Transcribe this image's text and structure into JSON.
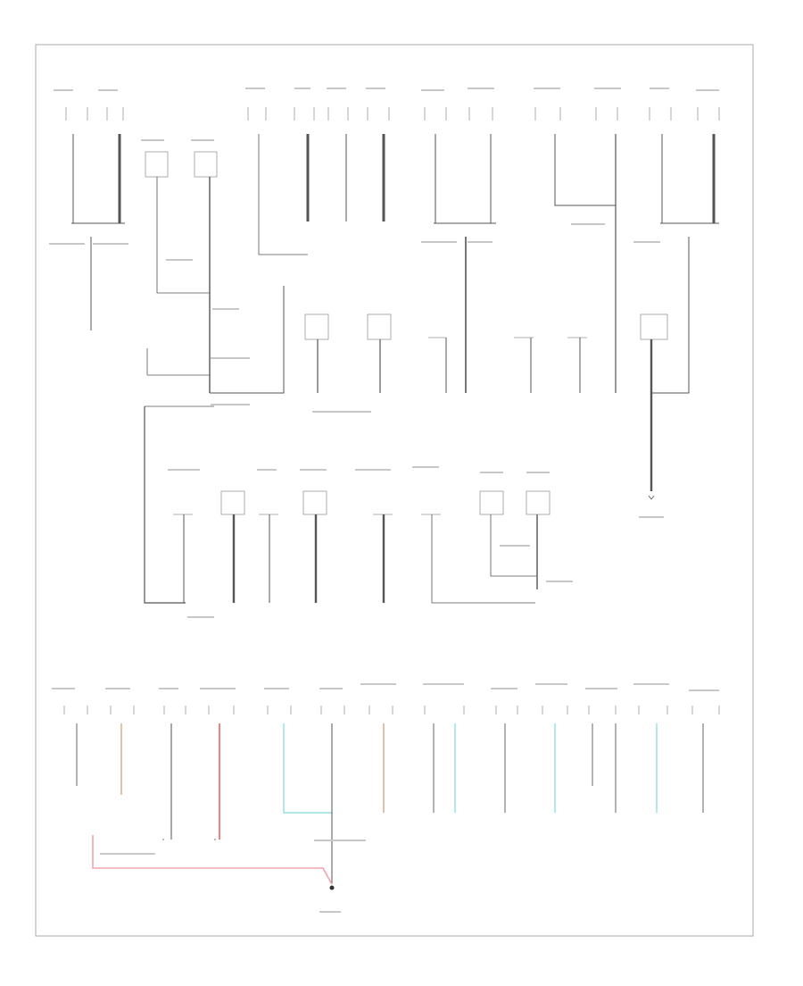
{
  "diagram": {
    "footer_code": "",
    "colors": {
      "frame": "#aaaaaa",
      "wire": "#555555",
      "thin_wire": "#999999",
      "wire_red": "#f06060",
      "wire_pink": "#f4a3ad",
      "wire_cyan": "#7fd8dc",
      "wire_tan": "#d8b390"
    },
    "sections": [
      "top-components",
      "middle-components",
      "lower-components",
      "bottom-components",
      "ground-point"
    ]
  }
}
